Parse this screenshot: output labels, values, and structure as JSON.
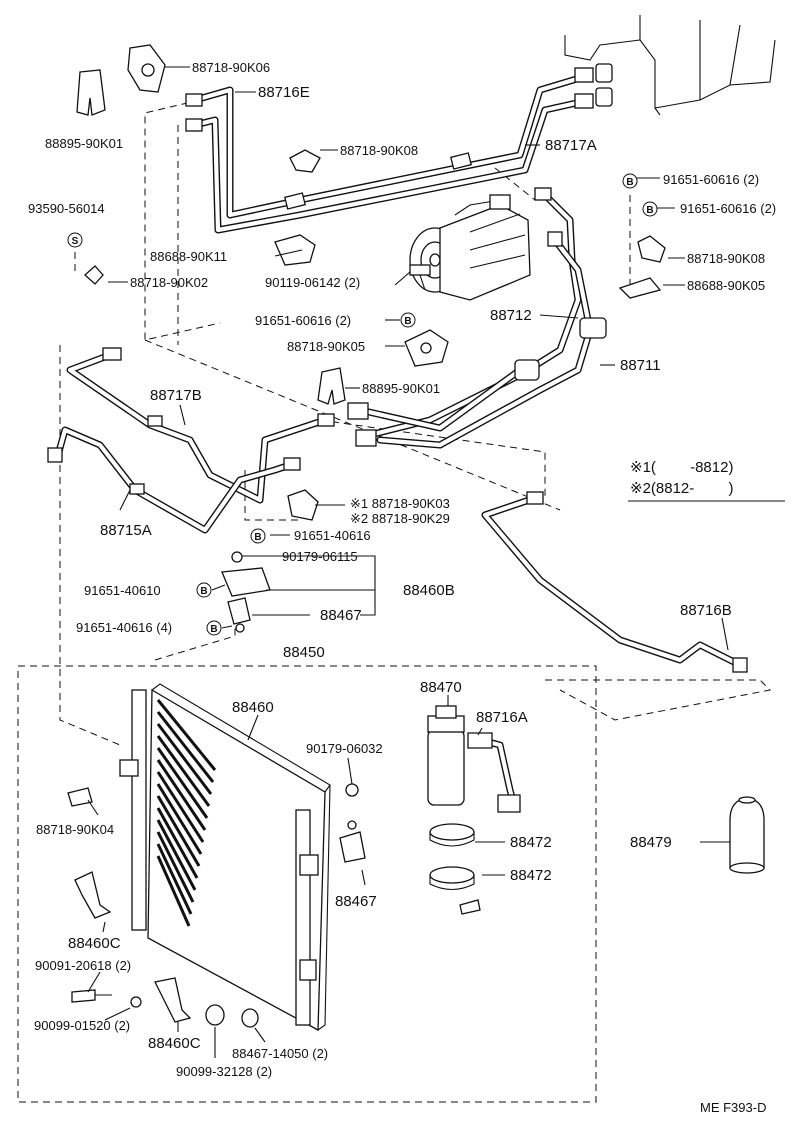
{
  "parts": {
    "p88718_90K06": "88718-90K06",
    "p88716E": "88716E",
    "p88895_90K01_top": "88895-90K01",
    "p88718_90K08_top": "88718-90K08",
    "p88717A": "88717A",
    "p91651_60616_a": "91651-60616 (2)",
    "p91651_60616_b": "91651-60616 (2)",
    "p93590_56014": "93590-56014",
    "p88688_90K11": "88688-90K11",
    "p88718_90K08_right": "88718-90K08",
    "p90119_06142": "90119-06142 (2)",
    "p88718_90K02": "88718-90K02",
    "p88688_90K05": "88688-90K05",
    "p91651_60616_c": "91651-60616 (2)",
    "p88712": "88712",
    "p88718_90K05": "88718-90K05",
    "p88711": "88711",
    "p88895_90K01_mid": "88895-90K01",
    "p88717B": "88717B",
    "p88718_90K03": "※1 88718-90K03",
    "p88718_90K29": "※2 88718-90K29",
    "p88715A": "88715A",
    "p91651_40616_mid": "91651-40616",
    "p90179_06115": "90179-06115",
    "p88460B": "88460B",
    "p91651_40610": "91651-40610",
    "p88467_top": "88467",
    "p91651_40616_4": "91651-40616 (4)",
    "p88716B": "88716B",
    "p88450": "88450",
    "p88470": "88470",
    "p88460": "88460",
    "p88716A": "88716A",
    "p90179_06032": "90179-06032",
    "p88718_90K04": "88718-90K04",
    "p88472_a": "88472",
    "p88479": "88479",
    "p88472_b": "88472",
    "p88467_bot": "88467",
    "p88460C_left": "88460C",
    "p90091_20618": "90091-20618 (2)",
    "p90099_01520": "90099-01520 (2)",
    "p88460C_bot": "88460C",
    "p88467_14050": "88467-14050 (2)",
    "p90099_32128": "90099-32128 (2)"
  },
  "legend": {
    "line1": "※1(　 　-8812)",
    "line2": "※2(8812-　 　)"
  },
  "markers": {
    "S": "S",
    "B": "B"
  },
  "footer": {
    "code": "ME  F393-D"
  }
}
